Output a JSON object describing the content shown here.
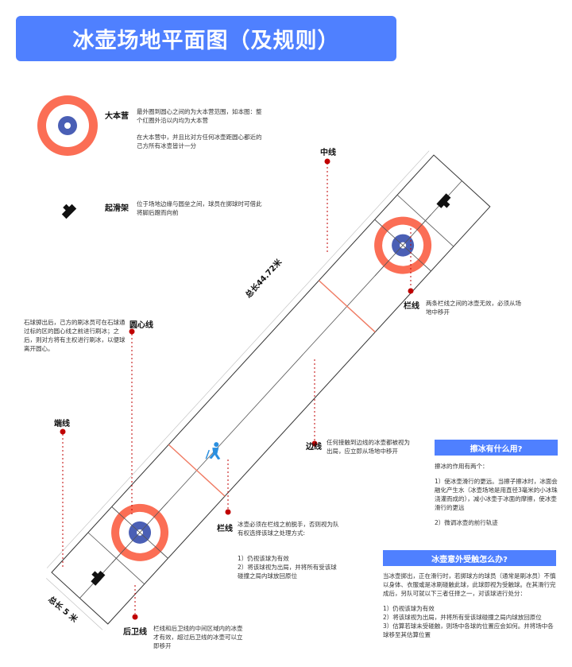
{
  "title": "冰壶场地平面图（及规则）",
  "colors": {
    "accent": "#4f80ff",
    "house_outer": "#fb6e55",
    "house_center": "#4a5fb5",
    "marker": "#c00000",
    "hog_line": "#f07a62"
  },
  "legend": {
    "house": {
      "label": "大本营",
      "desc1": "最外圈到圆心之间的为大本营范围，如本图：整个红圈外沿以内均为大本营",
      "desc2": "在大本营中，并且比对方任何冰壶距圆心都近的己方所有冰壶皆计一分"
    },
    "hack": {
      "label": "起滑架",
      "desc": "位于场地边缘与圆垒之间，球员在掷球时可借此将脚后蹬而向前"
    }
  },
  "sheet": {
    "length_label": "总长44.72米",
    "width_label": "总长 5 米"
  },
  "callouts": {
    "center_line": {
      "label": "中线"
    },
    "hog_line_top": {
      "label": "栏线",
      "desc": "两条栏线之间的冰壶无效，必须从场地中移开"
    },
    "tee_line": {
      "label": "圆心线",
      "side_note": "石球掷出后，己方的刷冰员可在石球通过标的区的圆心线之前进行刷冰；之后，则对方将有主权进行刷冰，以便球离开圆心。"
    },
    "end_line": {
      "label": "端线"
    },
    "side_line": {
      "label": "边线",
      "desc": "任何接触到边线的冰壶都被视为出局，应立即从场地中移开"
    },
    "hog_line_bottom": {
      "label": "栏线",
      "desc": "冰壶必须在栏线之前脱手，否则视为队有权选择该球之处理方式:",
      "opt1": "1）仍视该球为有效",
      "opt2": "2）将该球视为出局，并将所有受该球碰撞之局内球放回原位"
    },
    "back_line": {
      "label": "后卫线",
      "desc": "栏线和后卫线的中间区域内的冰壶才有效，超过后卫线的冰壶可以立即移开"
    }
  },
  "panel_sweep": {
    "title": "擦冰有什么用?",
    "intro": "擦冰的作用有两个：",
    "p1": "1）使冰壶滑行的更远。当擦子擦冰时，冰面会融化产生水（冰壶场地是用直径3毫米的小冰珠浇灌而成的），减小冰壶于冰面的摩擦，使冰壶滑行的更远",
    "p2": "2）微调冰壶的前行轨迹"
  },
  "panel_touch": {
    "title": "冰壶意外受触怎么办?",
    "p1": "当冰壶掷出，正在滑行时，若掷球方的球员（通常是刷冰员）不慎以身体、衣服或是冰刷碰触此球，此球即视为受触球。在其滑行完成后，另队可就以下三者任择之一，对该球进行处分：",
    "opt1": "1）仍视该球为有效",
    "opt2": "2）将该球视为出局，并将所有受该球碰撞之局内球放回原位",
    "opt3": "3）估算若球未受碰触，则场中各球的位置应会如何。并将场中各球移至其估算位置"
  }
}
